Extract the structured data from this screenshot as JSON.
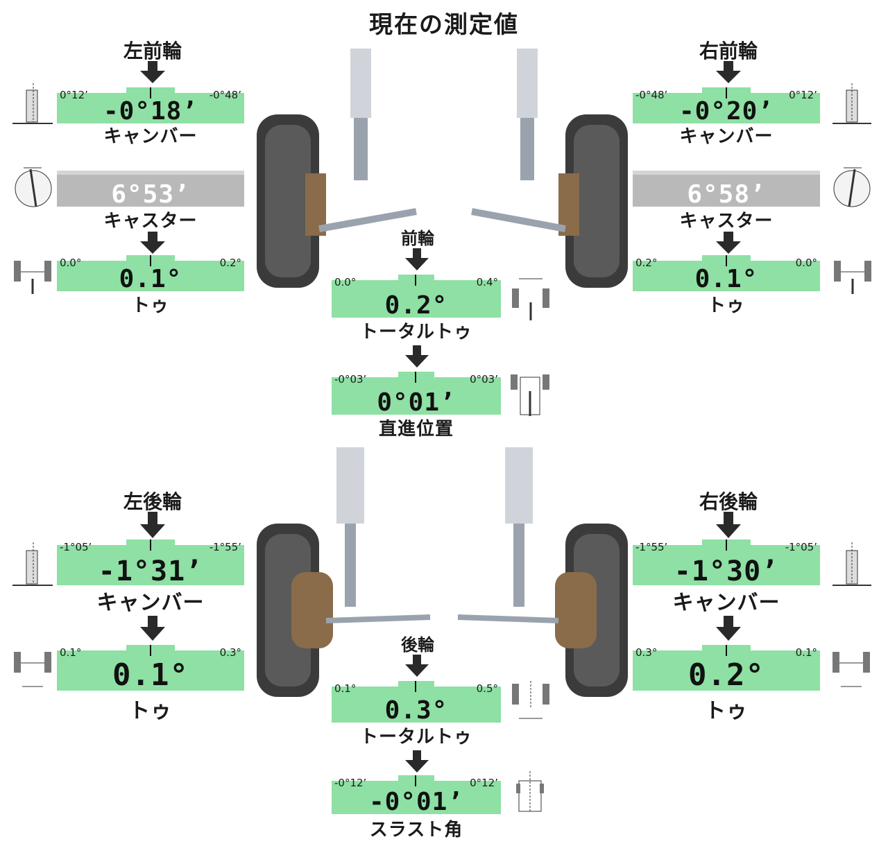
{
  "page_title": "現在の測定値",
  "front": {
    "left": {
      "label": "左前輪",
      "camber": {
        "value": "-0°18’",
        "min": "0°12’",
        "max": "-0°48’",
        "label": "キャンバー"
      },
      "caster": {
        "value": "6°53’",
        "label": "キャスター"
      },
      "toe": {
        "value": "0.1°",
        "min": "0.0°",
        "max": "0.2°",
        "label": "トゥ"
      }
    },
    "right": {
      "label": "右前輪",
      "camber": {
        "value": "-0°20’",
        "min": "-0°48’",
        "max": "0°12’",
        "label": "キャンバー"
      },
      "caster": {
        "value": "6°58’",
        "label": "キャスター"
      },
      "toe": {
        "value": "0.1°",
        "min": "0.2°",
        "max": "0.0°",
        "label": "トゥ"
      }
    },
    "center": {
      "label": "前輪",
      "total_toe": {
        "value": "0.2°",
        "min": "0.0°",
        "max": "0.4°",
        "label": "トータルトゥ"
      },
      "straight": {
        "value": "0°01’",
        "min": "-0°03’",
        "max": "0°03’",
        "label": "直進位置"
      }
    }
  },
  "rear": {
    "left": {
      "label": "左後輪",
      "camber": {
        "value": "-1°31’",
        "min": "-1°05’",
        "max": "-1°55’",
        "label": "キャンバー"
      },
      "toe": {
        "value": "0.1°",
        "min": "0.1°",
        "max": "0.3°",
        "label": "トゥ"
      }
    },
    "right": {
      "label": "右後輪",
      "camber": {
        "value": "-1°30’",
        "min": "-1°55’",
        "max": "-1°05’",
        "label": "キャンバー"
      },
      "toe": {
        "value": "0.2°",
        "min": "0.3°",
        "max": "0.1°",
        "label": "トゥ"
      }
    },
    "center": {
      "label": "後輪",
      "total_toe": {
        "value": "0.3°",
        "min": "0.1°",
        "max": "0.5°",
        "label": "トータルトゥ"
      },
      "thrust": {
        "value": "-0°01’",
        "min": "-0°12’",
        "max": "0°12’",
        "label": "スラスト角"
      }
    }
  },
  "icons": [
    "camber-diagram-icon",
    "caster-diagram-icon",
    "toe-diagram-icon",
    "total-toe-diagram-icon",
    "straight-diagram-icon",
    "thrust-diagram-icon",
    "wheel-assembly-image"
  ],
  "colors": {
    "gauge_green": "#8ee0a4",
    "gauge_grey": "#b9b9b9",
    "arrow": "#2a2a2a"
  }
}
